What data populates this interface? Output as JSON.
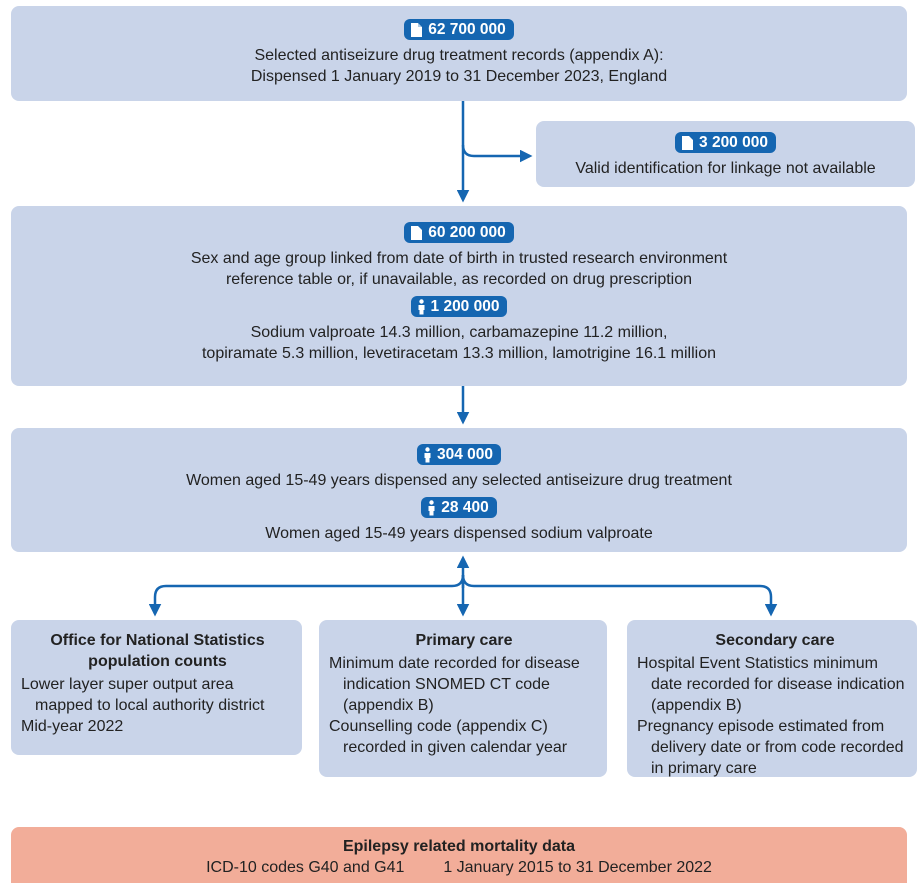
{
  "box1": {
    "badge": "62 700 000",
    "badge_icon": "document-icon",
    "lines": [
      "Selected antiseizure drug treatment records (appendix A):",
      "Dispensed 1 January 2019 to 31 December 2023, England"
    ]
  },
  "excluded": {
    "badge": "3 200 000",
    "badge_icon": "document-icon",
    "line": "Valid identification for linkage not available"
  },
  "box2": {
    "badge1": "60 200 000",
    "badge1_icon": "document-icon",
    "lines1": [
      "Sex and age group linked from date of birth in trusted research environment",
      "reference table or, if unavailable, as recorded on drug prescription"
    ],
    "badge2": "1 200 000",
    "badge2_icon": "person-icon",
    "lines2": [
      "Sodium valproate 14.3 million, carbamazepine 11.2 million,",
      "topiramate 5.3 million, levetiracetam 13.3 million, lamotrigine 16.1 million"
    ]
  },
  "box3": {
    "badge1": "304 000",
    "badge1_icon": "person-icon",
    "line1": "Women aged 15-49 years dispensed any selected antiseizure drug treatment",
    "badge2": "28 400",
    "badge2_icon": "person-icon",
    "line2": "Women aged 15-49 years dispensed sodium valproate"
  },
  "ons": {
    "title_lines": [
      "Office for National Statistics",
      "population counts"
    ],
    "items": [
      "Lower layer super output area mapped to local authority district",
      "Mid-year 2022"
    ]
  },
  "primary": {
    "title": "Primary care",
    "items": [
      "Minimum date recorded for disease indication SNOMED CT code (appendix B)",
      "Counselling code (appendix C) recorded in given calendar year"
    ]
  },
  "secondary": {
    "title": "Secondary care",
    "items": [
      "Hospital Event Statistics minimum date recorded for disease indication (appendix B)",
      "Pregnancy episode estimated from delivery date or from code recorded in primary care"
    ]
  },
  "mortality": {
    "title": "Epilepsy related mortality data",
    "codes": "ICD-10 codes G40 and G41",
    "dates": "1 January 2015 to 31 December 2022"
  },
  "colors": {
    "box": "#c9d4e9",
    "badge": "#1566b1",
    "arrow": "#1566b1",
    "mortality": "#f2ad99"
  }
}
